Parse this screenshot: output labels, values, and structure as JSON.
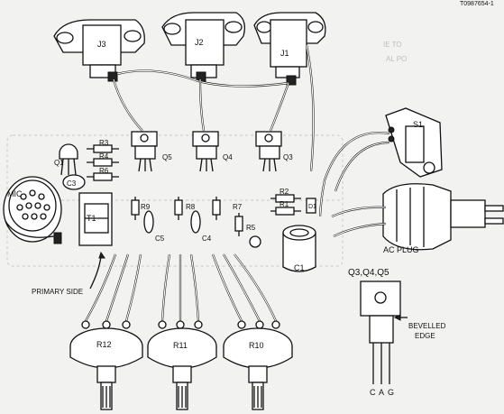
{
  "figure_id": "T0987654-1",
  "labels": {
    "j3": "J3",
    "j2": "J2",
    "j1": "J1",
    "q1": "Q1",
    "q3": "Q3",
    "q4": "Q4",
    "q5": "Q5",
    "r3": "R3",
    "r4": "R4",
    "r6": "R6",
    "c3": "C3",
    "mic": "MIC",
    "t1": "T1",
    "r9": "R9",
    "r8": "R8",
    "r7": "R7",
    "r5": "R5",
    "r2": "R2",
    "r1": "R1",
    "d1": "D1",
    "c5": "C5",
    "c4": "C4",
    "c1": "C1",
    "s1": "S1",
    "ac_plug": "AC PLUG",
    "primary_side": "PRIMARY SIDE",
    "r12": "R12",
    "r11": "R11",
    "r10": "R10",
    "inset_title": "Q3,Q4,Q5",
    "bevelled_1": "BEVELLED",
    "bevelled_2": "EDGE",
    "pin_c": "C",
    "pin_a": "A",
    "pin_g": "G",
    "faint_1": "IE TO",
    "faint_2": "AL PO"
  }
}
